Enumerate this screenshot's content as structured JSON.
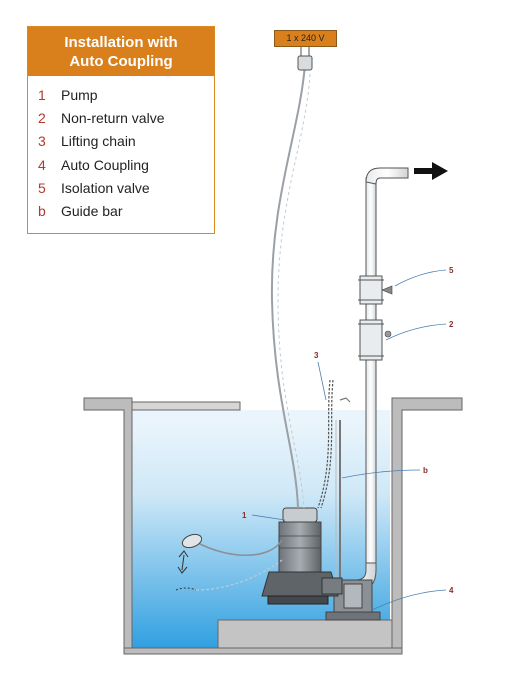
{
  "legend": {
    "title_line1": "Installation with",
    "title_line2": "Auto Coupling",
    "items": [
      {
        "num": "1",
        "label": "Pump"
      },
      {
        "num": "2",
        "label": "Non-return valve"
      },
      {
        "num": "3",
        "label": "Lifting chain"
      },
      {
        "num": "4",
        "label": "Auto Coupling"
      },
      {
        "num": "5",
        "label": "Isolation valve"
      },
      {
        "num": "b",
        "label": "Guide bar"
      }
    ]
  },
  "power_label": "1 x 240 V",
  "callouts": {
    "pump": "1",
    "non_return_valve": "2",
    "lifting_chain": "3",
    "auto_coupling": "4",
    "isolation_valve": "5",
    "guide_bar": "b"
  },
  "colors": {
    "accent": "#d9801c",
    "callout": "#8a2c2c",
    "water_top": "#dff0fa",
    "water_bottom": "#2f9fe0",
    "concrete": "#b8b8b8"
  }
}
